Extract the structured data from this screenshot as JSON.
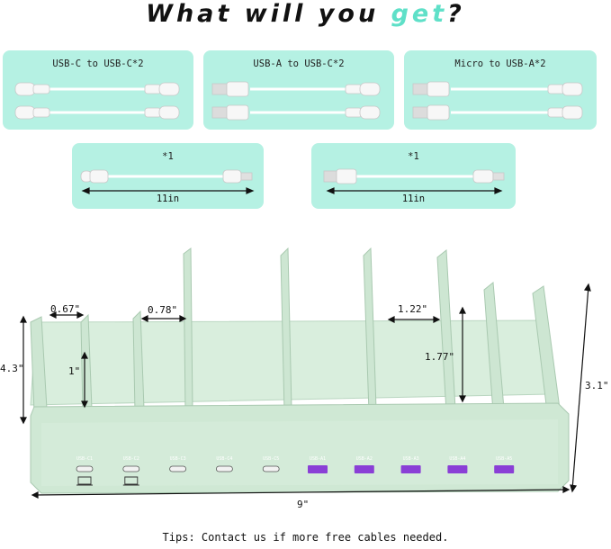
{
  "title": {
    "lead": "What will you ",
    "accent": "get",
    "tail": "?"
  },
  "cable_panels": [
    {
      "label": "USB-C to USB-C*2"
    },
    {
      "label": "USB-A to USB-C*2"
    },
    {
      "label": "Micro to USB-A*2"
    },
    {
      "label": "*1",
      "length": "11in"
    },
    {
      "label": "*1",
      "length": "11in"
    }
  ],
  "dimensions": {
    "slot_small": "0.67\"",
    "slot_medium": "0.78\"",
    "slot_large": "1.22\"",
    "divider_height": "1\"",
    "divider_height_large": "1.77\"",
    "left_height": "4.3\"",
    "right_height": "3.1\"",
    "width": "9\""
  },
  "ports": [
    {
      "label": "USB-C1",
      "type": "c"
    },
    {
      "label": "USB-C2",
      "type": "c"
    },
    {
      "label": "USB-C3",
      "type": "c"
    },
    {
      "label": "USB-C4",
      "type": "c"
    },
    {
      "label": "USB-C5",
      "type": "c"
    },
    {
      "label": "USB-A1",
      "type": "a"
    },
    {
      "label": "USB-A2",
      "type": "a"
    },
    {
      "label": "USB-A3",
      "type": "a"
    },
    {
      "label": "USB-A4",
      "type": "a"
    },
    {
      "label": "USB-A5",
      "type": "a"
    }
  ],
  "colors": {
    "panel": "#b5f1e3",
    "station": "#cfe8d4",
    "port_a": "#8a3fd6",
    "accent": "#5fe0c8"
  },
  "tips": "Tips: Contact us if more free cables needed."
}
